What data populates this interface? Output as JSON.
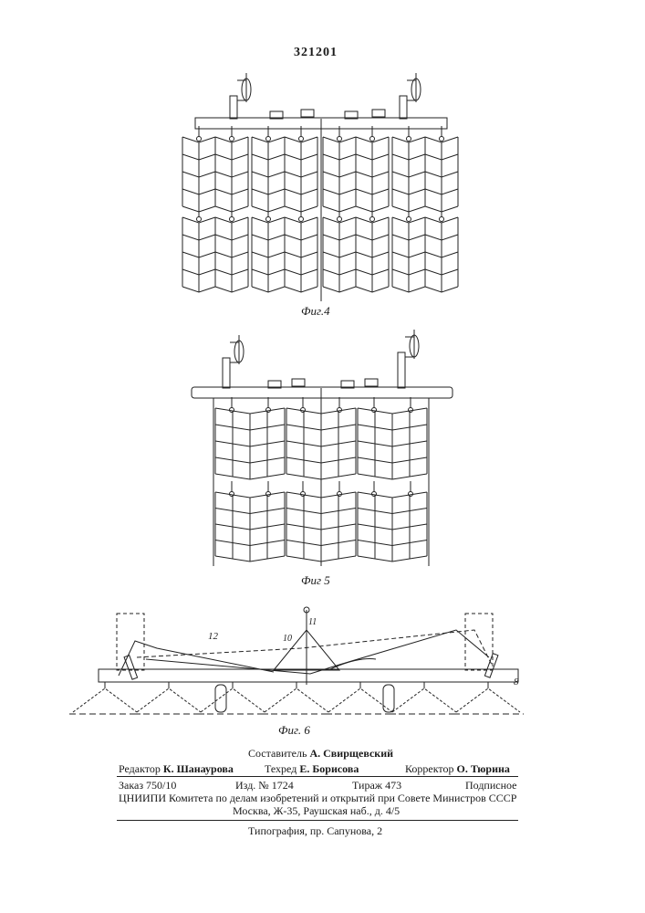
{
  "patent_number": "321201",
  "figures": {
    "fig4": "Фиг.4",
    "fig5": "Фиг 5",
    "fig6": "Фиг. 6",
    "labels": {
      "l11": "11",
      "l10": "10",
      "l12": "12",
      "l8": "8"
    }
  },
  "imprint": {
    "compiler": {
      "label": "Составитель",
      "name": "А. Свирщевский"
    },
    "editor": {
      "label": "Редактор",
      "name": "К. Шанаурова"
    },
    "techred": {
      "label": "Техред",
      "name": "Е. Борисова"
    },
    "corrector": {
      "label": "Корректор",
      "name": "О. Тюрина"
    },
    "order": "Заказ 750/10",
    "edition": "Изд. № 1724",
    "circulation": "Тираж 473",
    "subscription": "Подписное",
    "institute": "ЦНИИПИ Комитета по делам изобретений и открытий при Совете Министров СССР",
    "address": "Москва, Ж-35, Раушская наб., д. 4/5",
    "printer": "Типография, пр. Сапунова, 2"
  }
}
